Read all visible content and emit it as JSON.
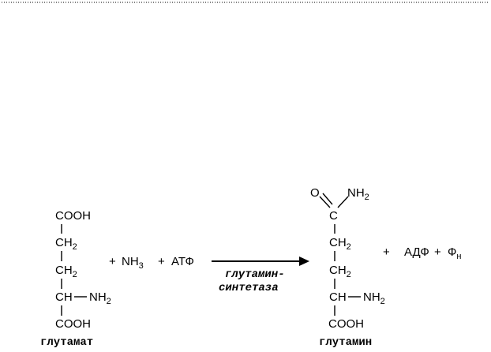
{
  "reactant": {
    "group_top": "COOH",
    "ch2_a": {
      "base": "CH",
      "sub": "2"
    },
    "ch2_b": {
      "base": "CH",
      "sub": "2"
    },
    "ch": "CH",
    "nh2": {
      "base": "NH",
      "sub": "2"
    },
    "group_bottom": "COOH",
    "name": "глутамат"
  },
  "plus_1": "+",
  "nh3": {
    "base": "NH",
    "sub": "3"
  },
  "plus_2": "+",
  "atp": "АТФ",
  "enzyme": {
    "line1": "глутамин-",
    "line2": "синтетаза"
  },
  "product": {
    "oxygen": "O",
    "c_atom": "C",
    "amide": {
      "base": "NH",
      "sub": "2"
    },
    "ch2_a": {
      "base": "CH",
      "sub": "2"
    },
    "ch2_b": {
      "base": "CH",
      "sub": "2"
    },
    "ch": "CH",
    "nh2": {
      "base": "NH",
      "sub": "2"
    },
    "group_bottom": "COOH",
    "name": "глутамин"
  },
  "plus_3": "+",
  "adp": "АДФ",
  "plus_4": "+",
  "phosphate": {
    "base": "Ф",
    "sub": "н"
  }
}
